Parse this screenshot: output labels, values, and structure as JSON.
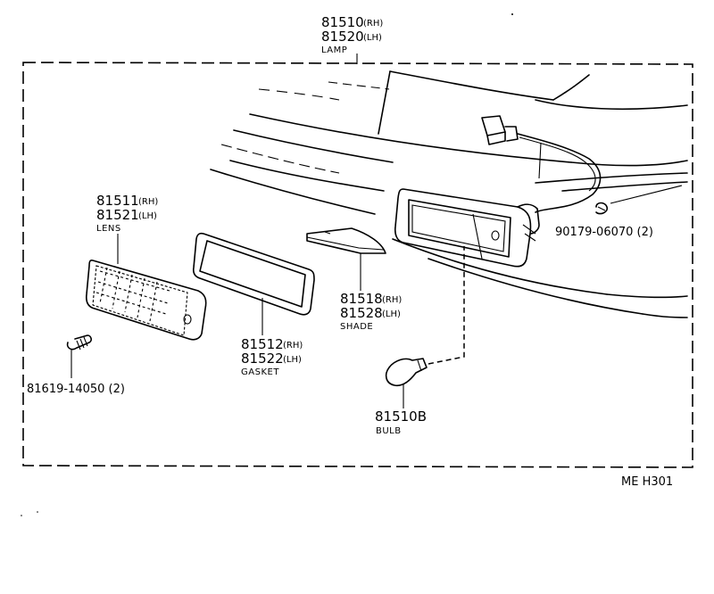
{
  "parts": {
    "lamp": {
      "rh": "81510",
      "rh_tag": "(RH)",
      "lh": "81520",
      "lh_tag": "(LH)",
      "name": "LAMP"
    },
    "lens": {
      "rh": "81511",
      "rh_tag": "(RH)",
      "lh": "81521",
      "lh_tag": "(LH)",
      "name": "LENS"
    },
    "gasket": {
      "rh": "81512",
      "rh_tag": "(RH)",
      "lh": "81522",
      "lh_tag": "(LH)",
      "name": "GASKET"
    },
    "shade": {
      "rh": "81518",
      "rh_tag": "(RH)",
      "lh": "81528",
      "lh_tag": "(LH)",
      "name": "SHADE"
    },
    "bulb": {
      "number": "81510B",
      "name": "BULB"
    },
    "screw": {
      "number": "81619-14050 (2)"
    },
    "clip": {
      "number": "90179-06070 (2)"
    }
  },
  "figure_code": "ME H301"
}
